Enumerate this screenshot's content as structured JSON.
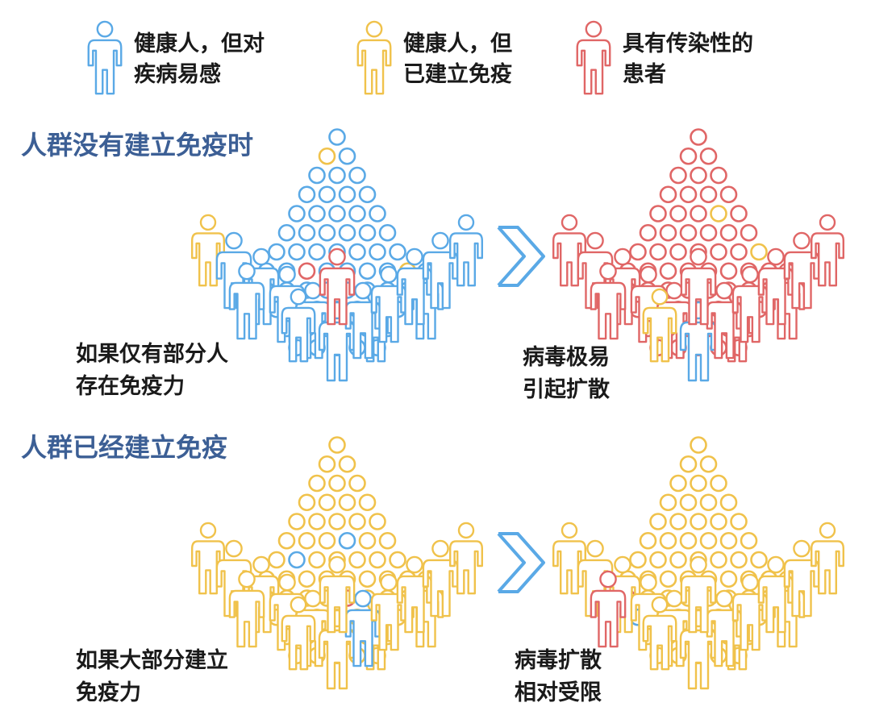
{
  "colors": {
    "susceptible": "#5aa9e6",
    "immune": "#f0c24b",
    "infected": "#e06666",
    "title": "#3c5f95"
  },
  "legend": [
    {
      "line1": "健康人，但对",
      "line2": "疾病易感",
      "color_key": "susceptible",
      "icon": "person-outline-icon"
    },
    {
      "line1": "健康人，但",
      "line2": "已建立免疫",
      "color_key": "immune",
      "icon": "person-outline-icon"
    },
    {
      "line1": "具有传染性的",
      "line2": "患者",
      "color_key": "infected",
      "icon": "person-outline-icon"
    }
  ],
  "sections": [
    {
      "title": "人群没有建立免疫时",
      "left_caption": [
        "如果仅有部分人",
        "存在免疫力"
      ],
      "right_caption": [
        "病毒极易",
        "引起扩散"
      ],
      "left_panel": {
        "base": "susceptible",
        "circle_overrides": [
          {
            "idx": 1,
            "color": "immune"
          },
          {
            "idx": 30,
            "color": "infected"
          },
          {
            "idx": 35,
            "color": "immune"
          }
        ],
        "person_base": "susceptible",
        "person_overrides": [
          {
            "idx": 0,
            "color": "immune"
          },
          {
            "idx": 15,
            "color": "infected"
          }
        ]
      },
      "right_panel": {
        "base": "infected",
        "circle_overrides": [
          {
            "idx": 13,
            "color": "immune"
          },
          {
            "idx": 27,
            "color": "immune"
          }
        ],
        "person_base": "infected",
        "person_overrides": [
          {
            "idx": 12,
            "color": "immune"
          },
          {
            "idx": 5,
            "color": "susceptible"
          }
        ]
      }
    },
    {
      "title": "人群已经建立免疫",
      "left_caption": [
        "如果大部分建立",
        "免疫力"
      ],
      "right_caption": [
        "病毒扩散",
        "相对受限"
      ],
      "left_panel": {
        "base": "immune",
        "circle_overrides": [
          {
            "idx": 18,
            "color": "susceptible"
          },
          {
            "idx": 22,
            "color": "susceptible"
          },
          {
            "idx": 40,
            "color": "infected"
          }
        ],
        "person_base": "immune",
        "person_overrides": [
          {
            "idx": 6,
            "color": "susceptible"
          }
        ]
      },
      "right_panel": {
        "base": "immune",
        "circle_overrides": [
          {
            "idx": 36,
            "color": "infected"
          },
          {
            "idx": 44,
            "color": "susceptible"
          }
        ],
        "person_base": "immune",
        "person_overrides": [
          {
            "idx": 11,
            "color": "infected"
          }
        ]
      }
    }
  ]
}
